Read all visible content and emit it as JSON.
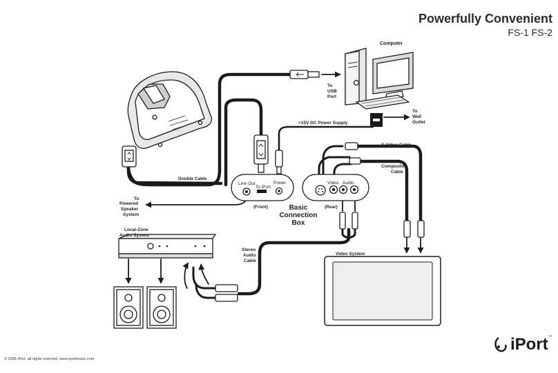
{
  "header": {
    "title": "Powerfully Convenient",
    "subtitle": "FS-1 FS-2"
  },
  "labels": {
    "computer": "Computer",
    "to_usb_port": [
      "To",
      "USB",
      "Port"
    ],
    "to_wall_outlet": [
      "To",
      "Wall",
      "Outlet"
    ],
    "power_supply": "+15V DC Power Supply",
    "svideo_cable": "S-Video Cable",
    "composite_cable": [
      "Composite",
      "Cable"
    ],
    "double_cable": "Double Cable",
    "to_powered_speaker": [
      "To",
      "Powered",
      "Speaker",
      "System"
    ],
    "front": "(Front)",
    "rear": "(Rear)",
    "line_out": "Line Out",
    "to_iport": "To iPort",
    "power": "Power",
    "video": "Video",
    "audio": "Audio",
    "basic_connection_box": [
      "Basic",
      "Connection",
      "Box"
    ],
    "local_zone_audio_system": [
      "Local-Zone",
      "Audio System"
    ],
    "stereo_audio_cable": [
      "Stereo",
      "Audio",
      "Cable"
    ],
    "video_system": "Video System"
  },
  "footer": {
    "copyright": "© 2006 iPort, all rights reserved.   www.iportmusic.com"
  },
  "brand": {
    "logo_text": "iPort",
    "trademark": "™"
  }
}
